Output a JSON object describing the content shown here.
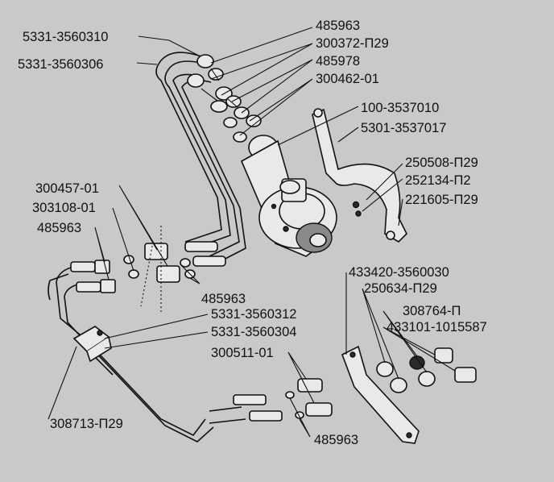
{
  "labels": {
    "l_5331_3560310": "5331-3560310",
    "l_5331_3560306": "5331-3560306",
    "l_485963_top": "485963",
    "l_300372_p29": "300372-П29",
    "l_485978": "485978",
    "l_300462_01": "300462-01",
    "l_100_3537010": "100-3537010",
    "l_5301_3537017": "5301-3537017",
    "l_250508_p29": "250508-П29",
    "l_252134_p2": "252134-П2",
    "l_221605_p29": "221605-П29",
    "l_300457_01": "300457-01",
    "l_303108_01": "303108-01",
    "l_485963_left": "485963",
    "l_485963_mid": "485963",
    "l_5331_3560312": "5331-3560312",
    "l_5331_3560304": "5331-3560304",
    "l_300511_01": "300511-01",
    "l_433420_3560030": "433420-3560030",
    "l_250634_p29": "250634-П29",
    "l_308764_p": "308764-П",
    "l_433101_1015587": "433101-1015587",
    "l_308713_p29": "308713-П29",
    "l_485963_bottom": "485963"
  }
}
